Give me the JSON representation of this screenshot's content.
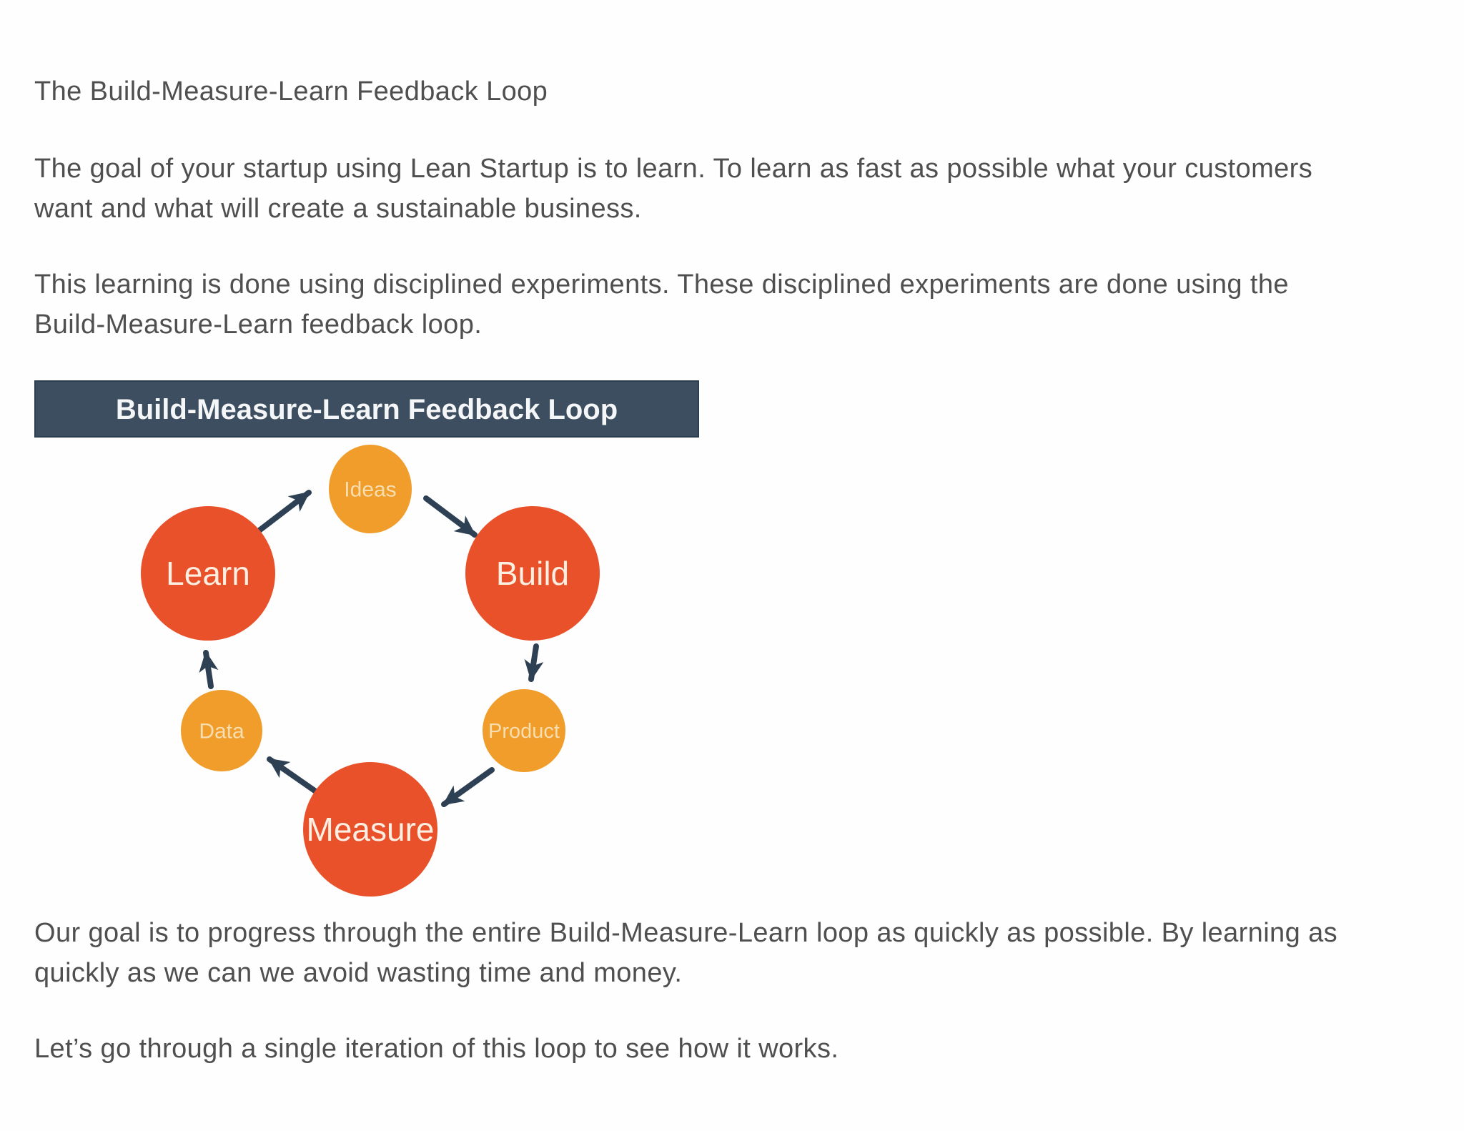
{
  "page": {
    "background_color": "#fefefe",
    "text_color": "#4f4f4f"
  },
  "article": {
    "title": "The Build-Measure-Learn Feedback Loop",
    "paragraphs": [
      "The goal of your startup using Lean Startup is to learn. To learn as fast as possible what your customers\nwant and what will create a sustainable business.",
      "This learning is done using disciplined experiments. These disciplined experiments are done using the\nBuild-Measure-Learn feedback loop.",
      "Our goal is to progress through the entire Build-Measure-Learn loop as quickly as possible. By learning as\nquickly as we can we avoid wasting time and money.",
      "Let’s go through a single iteration of this loop to see how it works."
    ]
  },
  "diagram": {
    "title": "Build-Measure-Learn Feedback Loop",
    "title_bar_color": "#3c4e60",
    "title_bar_border": "#2d3e4f",
    "title_text_color": "#f4f6f7",
    "large_circle_color": "#e9512b",
    "small_circle_color": "#f09d2b",
    "large_label_color": "#fcefe2",
    "small_label_color": "#f8ddae",
    "arrow_color": "#2e4053",
    "flow": "Learn → Ideas → Build → Product → Measure → Data → Learn",
    "nodes": [
      {
        "label": "Learn",
        "size": "large"
      },
      {
        "label": "Ideas",
        "size": "small"
      },
      {
        "label": "Build",
        "size": "large"
      },
      {
        "label": "Product",
        "size": "small"
      },
      {
        "label": "Measure",
        "size": "large"
      },
      {
        "label": "Data",
        "size": "small"
      }
    ]
  }
}
